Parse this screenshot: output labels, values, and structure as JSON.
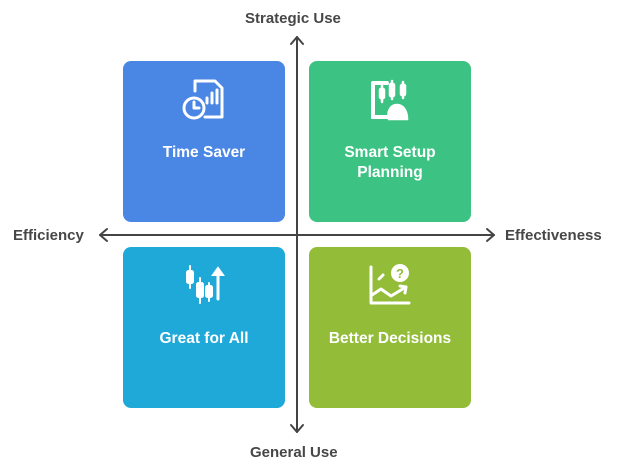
{
  "axes": {
    "top": "Strategic Use",
    "bottom": "General Use",
    "left": "Efficiency",
    "right": "Effectiveness"
  },
  "quadrants": [
    {
      "label": "Time Saver",
      "icon": "clock-report-icon",
      "color": "#4A86E4"
    },
    {
      "label": "Smart Setup Planning",
      "icon": "mobile-candlestick-icon",
      "color": "#3CC383"
    },
    {
      "label": "Great for All",
      "icon": "candlestick-up-icon",
      "color": "#1EA9D8"
    },
    {
      "label": "Better Decisions",
      "icon": "chart-question-icon",
      "color": "#93BC39"
    }
  ],
  "colors": {
    "axis": "#444444",
    "text": "#474747"
  }
}
